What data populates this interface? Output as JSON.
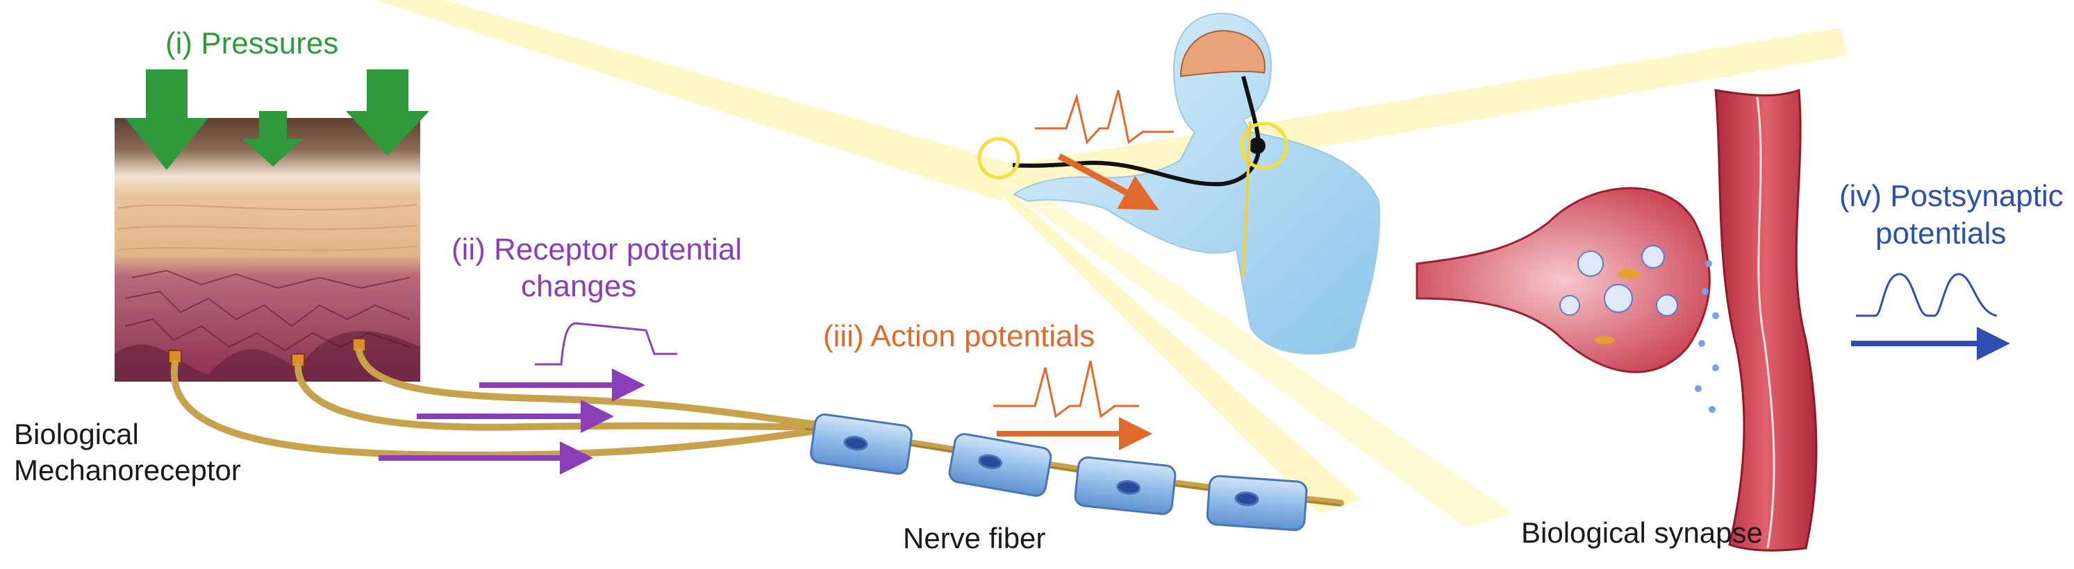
{
  "labels": {
    "pressures": "(i) Pressures",
    "receptor_line1": "(ii) Receptor potential",
    "receptor_line2": "changes",
    "action": "(iii) Action potentials",
    "postsyn_line1": "(iv) Postsynaptic",
    "postsyn_line2": "potentials",
    "mechano_line1": "Biological",
    "mechano_line2": "Mechanoreceptor",
    "nerve": "Nerve fiber",
    "synapse": "Biological synapse"
  },
  "colors": {
    "pressures": "#2e9a3c",
    "receptor": "#8a3fb8",
    "action": "#e06a2c",
    "postsyn": "#2f4fb0",
    "label": "#1a1a1a",
    "glow": "#fff6a8",
    "nerve": "#c8a24a",
    "myelin": "#8fbbe8",
    "synapse": "#c93a4a",
    "skin_top": "#7a5a48",
    "skin_mid": "#e9c39a",
    "dermis": "#a8506a"
  },
  "icons": {
    "pressure_arrows": "down-arrow-icon",
    "signal_arrows": "right-arrow-icon",
    "human": "human-body-icon",
    "brain": "brain-icon"
  }
}
